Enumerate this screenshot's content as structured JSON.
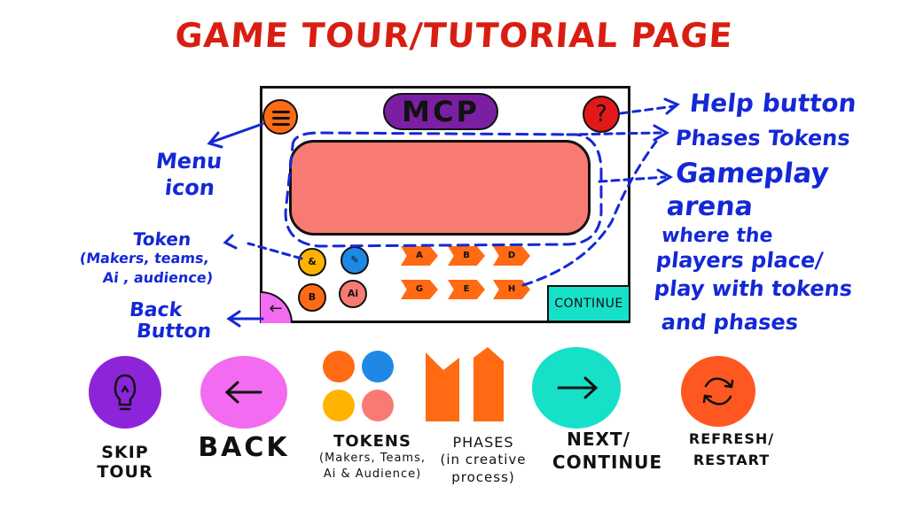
{
  "title": "GAME TOUR/TUTORIAL PAGE",
  "screen": {
    "logo_text": "MCP",
    "help_icon_glyph": "?",
    "continue_label": "CONTINUE",
    "tokens": [
      {
        "glyph": "&",
        "color": "#ffb300"
      },
      {
        "glyph": "✎",
        "color": "#1e88e5"
      },
      {
        "glyph": "B",
        "color": "#ff6a13"
      },
      {
        "glyph": "Ai",
        "color": "#f77b72"
      }
    ],
    "phases_row1": [
      "A",
      "B",
      "D"
    ],
    "phases_row2": [
      "G",
      "E",
      "H"
    ]
  },
  "annotations": {
    "help_button": "Help button",
    "phases_tokens": "Phases Tokens",
    "gameplay_arena": [
      "Gameplay",
      "arena"
    ],
    "arena_desc": [
      "where the",
      "players place/",
      "play with tokens",
      "and phases"
    ],
    "menu_icon": [
      "Menu",
      "icon"
    ],
    "token": [
      "Token",
      "(Makers, teams,",
      "Ai , audience)"
    ],
    "back_button": [
      "Back",
      "Button"
    ]
  },
  "legend": {
    "skip_tour": [
      "SKIP",
      "TOUR"
    ],
    "back": "BACK",
    "tokens": [
      "TOKENS",
      "(Makers, Teams,",
      "Ai & Audience)"
    ],
    "phases": [
      "PHASES",
      "(in creative",
      "process)"
    ],
    "next": [
      "NEXT/",
      "CONTINUE"
    ],
    "refresh": [
      "REFRESH/",
      "RESTART"
    ]
  },
  "colors": {
    "title_red": "#d81e12",
    "annotation_blue": "#1428d6",
    "purple": "#8e24d9",
    "pink": "#f26bf0",
    "orange": "#ff6a13",
    "blue": "#1e88e5",
    "yellow": "#ffb300",
    "salmon": "#f77b72",
    "teal": "#17e0c9",
    "red_orange": "#ff5722"
  },
  "icons": {
    "skip_tour": "lightbulb-icon",
    "back": "arrow-left-icon",
    "next": "arrow-right-icon",
    "refresh": "refresh-icon",
    "menu": "hamburger-menu-icon",
    "help": "question-mark-icon"
  }
}
